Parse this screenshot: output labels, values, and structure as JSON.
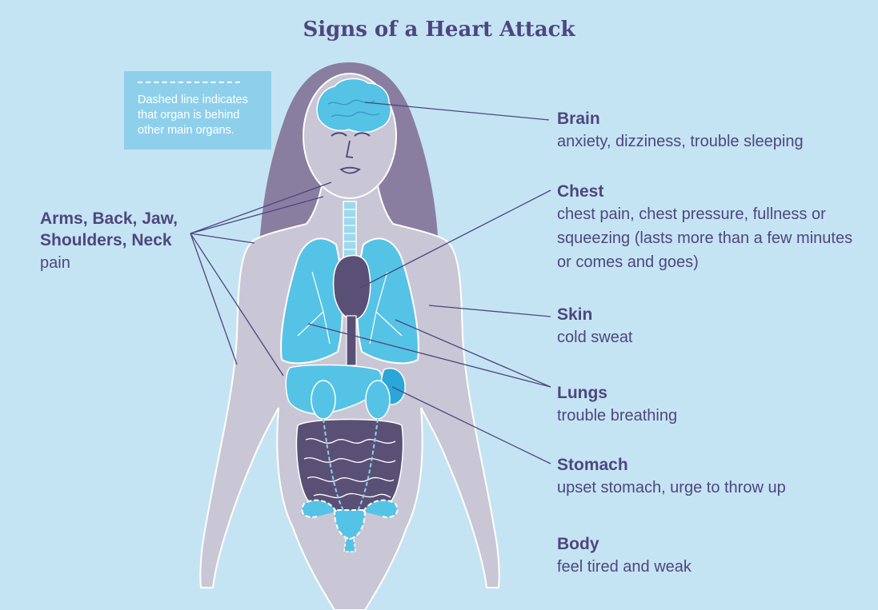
{
  "title": "Signs of a Heart Attack",
  "legend": {
    "text": "Dashed line indicates that organ is behind other main organs."
  },
  "labels": {
    "brain": {
      "name": "Brain",
      "desc": "anxiety, dizziness, trouble sleeping"
    },
    "chest": {
      "name": "Chest",
      "desc": "chest pain, chest pressure, fullness or squeezing (lasts more than a few minutes or comes and goes)"
    },
    "skin": {
      "name": "Skin",
      "desc": "cold sweat"
    },
    "lungs": {
      "name": "Lungs",
      "desc": "trouble breathing"
    },
    "stomach": {
      "name": "Stomach",
      "desc": "upset stomach, urge to throw up"
    },
    "body": {
      "name": "Body",
      "desc": "feel tired and weak"
    },
    "arms": {
      "name": "Arms, Back, Jaw, Shoulders, Neck",
      "desc": "pain"
    }
  },
  "colors": {
    "background": "#c5e4f3",
    "text": "#4d4680",
    "hair": "#8a7ea0",
    "body": "#c9c6d6",
    "organ": "#55c3e6",
    "heart": "#5a5075",
    "legend_box": "#8ed0ec"
  }
}
